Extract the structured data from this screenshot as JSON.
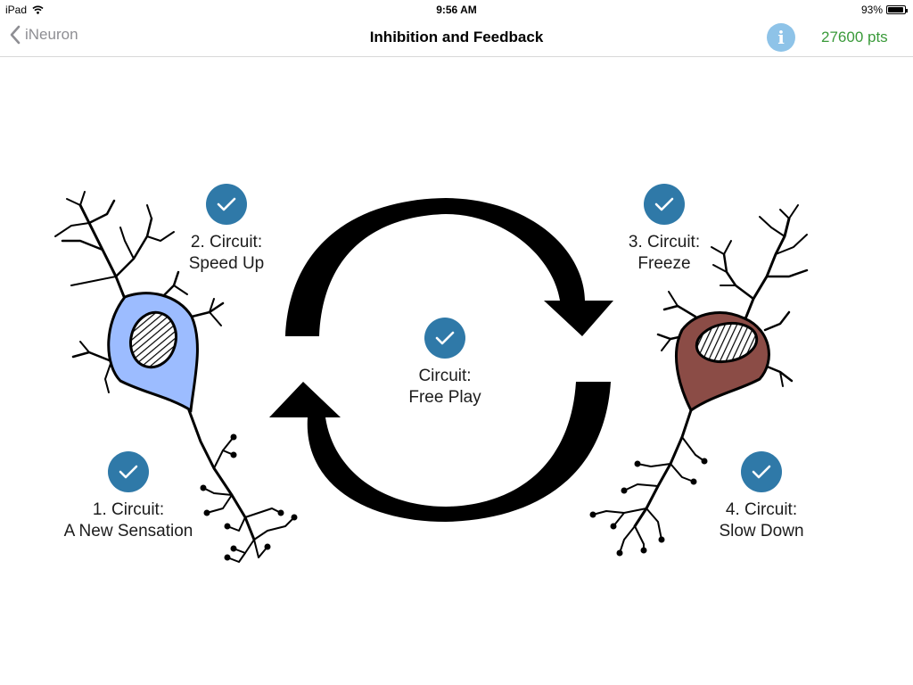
{
  "status_bar": {
    "device": "iPad",
    "time": "9:56 AM",
    "battery": "93%",
    "battery_level": 0.93
  },
  "nav": {
    "back_label": "iNeuron",
    "title": "Inhibition and Feedback",
    "points": "27600 pts"
  },
  "circuits": [
    {
      "line1": "1. Circuit:",
      "line2": "A New Sensation",
      "completed": true
    },
    {
      "line1": "2. Circuit:",
      "line2": "Speed Up",
      "completed": true
    },
    {
      "line1": "Circuit:",
      "line2": "Free Play",
      "completed": true
    },
    {
      "line1": "3. Circuit:",
      "line2": "Freeze",
      "completed": true
    },
    {
      "line1": "4. Circuit:",
      "line2": "Slow Down",
      "completed": true
    }
  ],
  "colors": {
    "check_badge": "#2f79a8",
    "neuron_left": "#9cbcff",
    "neuron_right": "#8b4c46",
    "points": "#3a9a3a",
    "info": "#8ec3e8"
  }
}
